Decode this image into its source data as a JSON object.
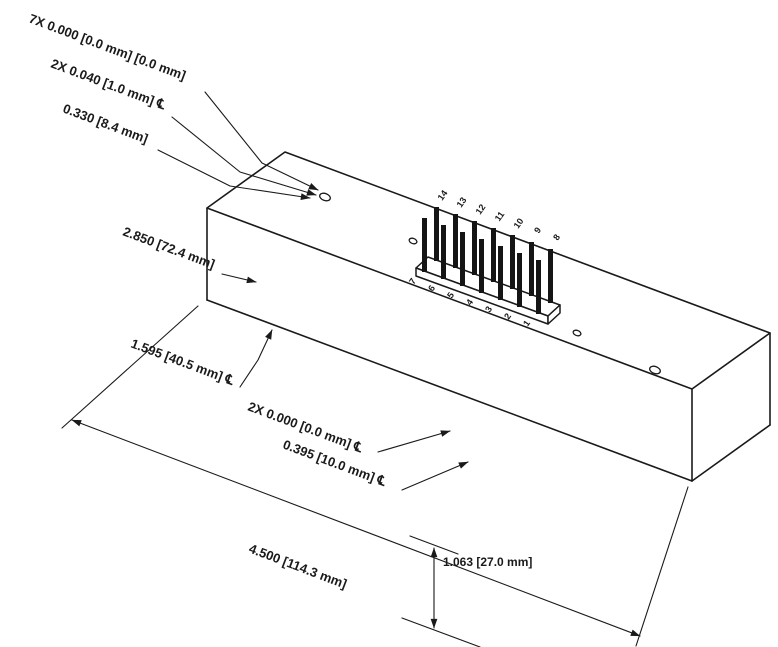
{
  "colors": {
    "background": "#ffffff",
    "ink": "#1a1a1a"
  },
  "callouts": {
    "pins_true_position": "7X 0.000 [0.0 mm] [0.0 mm]",
    "pin_offset": "2X 0.040 [1.0 mm] ℄",
    "dim_0330": "0.330 [8.4 mm]",
    "dim_2850": "2.850 [72.4 mm]",
    "dim_1595": "1.595 [40.5 mm] ℄",
    "dim_2x0000": "2X 0.000 [0.0 mm] ℄",
    "dim_0395": "0.395 [10.0 mm] ℄",
    "dim_4500": "4.500 [114.3 mm]",
    "dim_1063": "1.063 [27.0 mm]"
  },
  "connector": {
    "pins_back": [
      "14",
      "13",
      "12",
      "11",
      "10",
      "9",
      "8"
    ],
    "pins_front": [
      "7",
      "6",
      "5",
      "4",
      "3",
      "2",
      "1"
    ]
  }
}
